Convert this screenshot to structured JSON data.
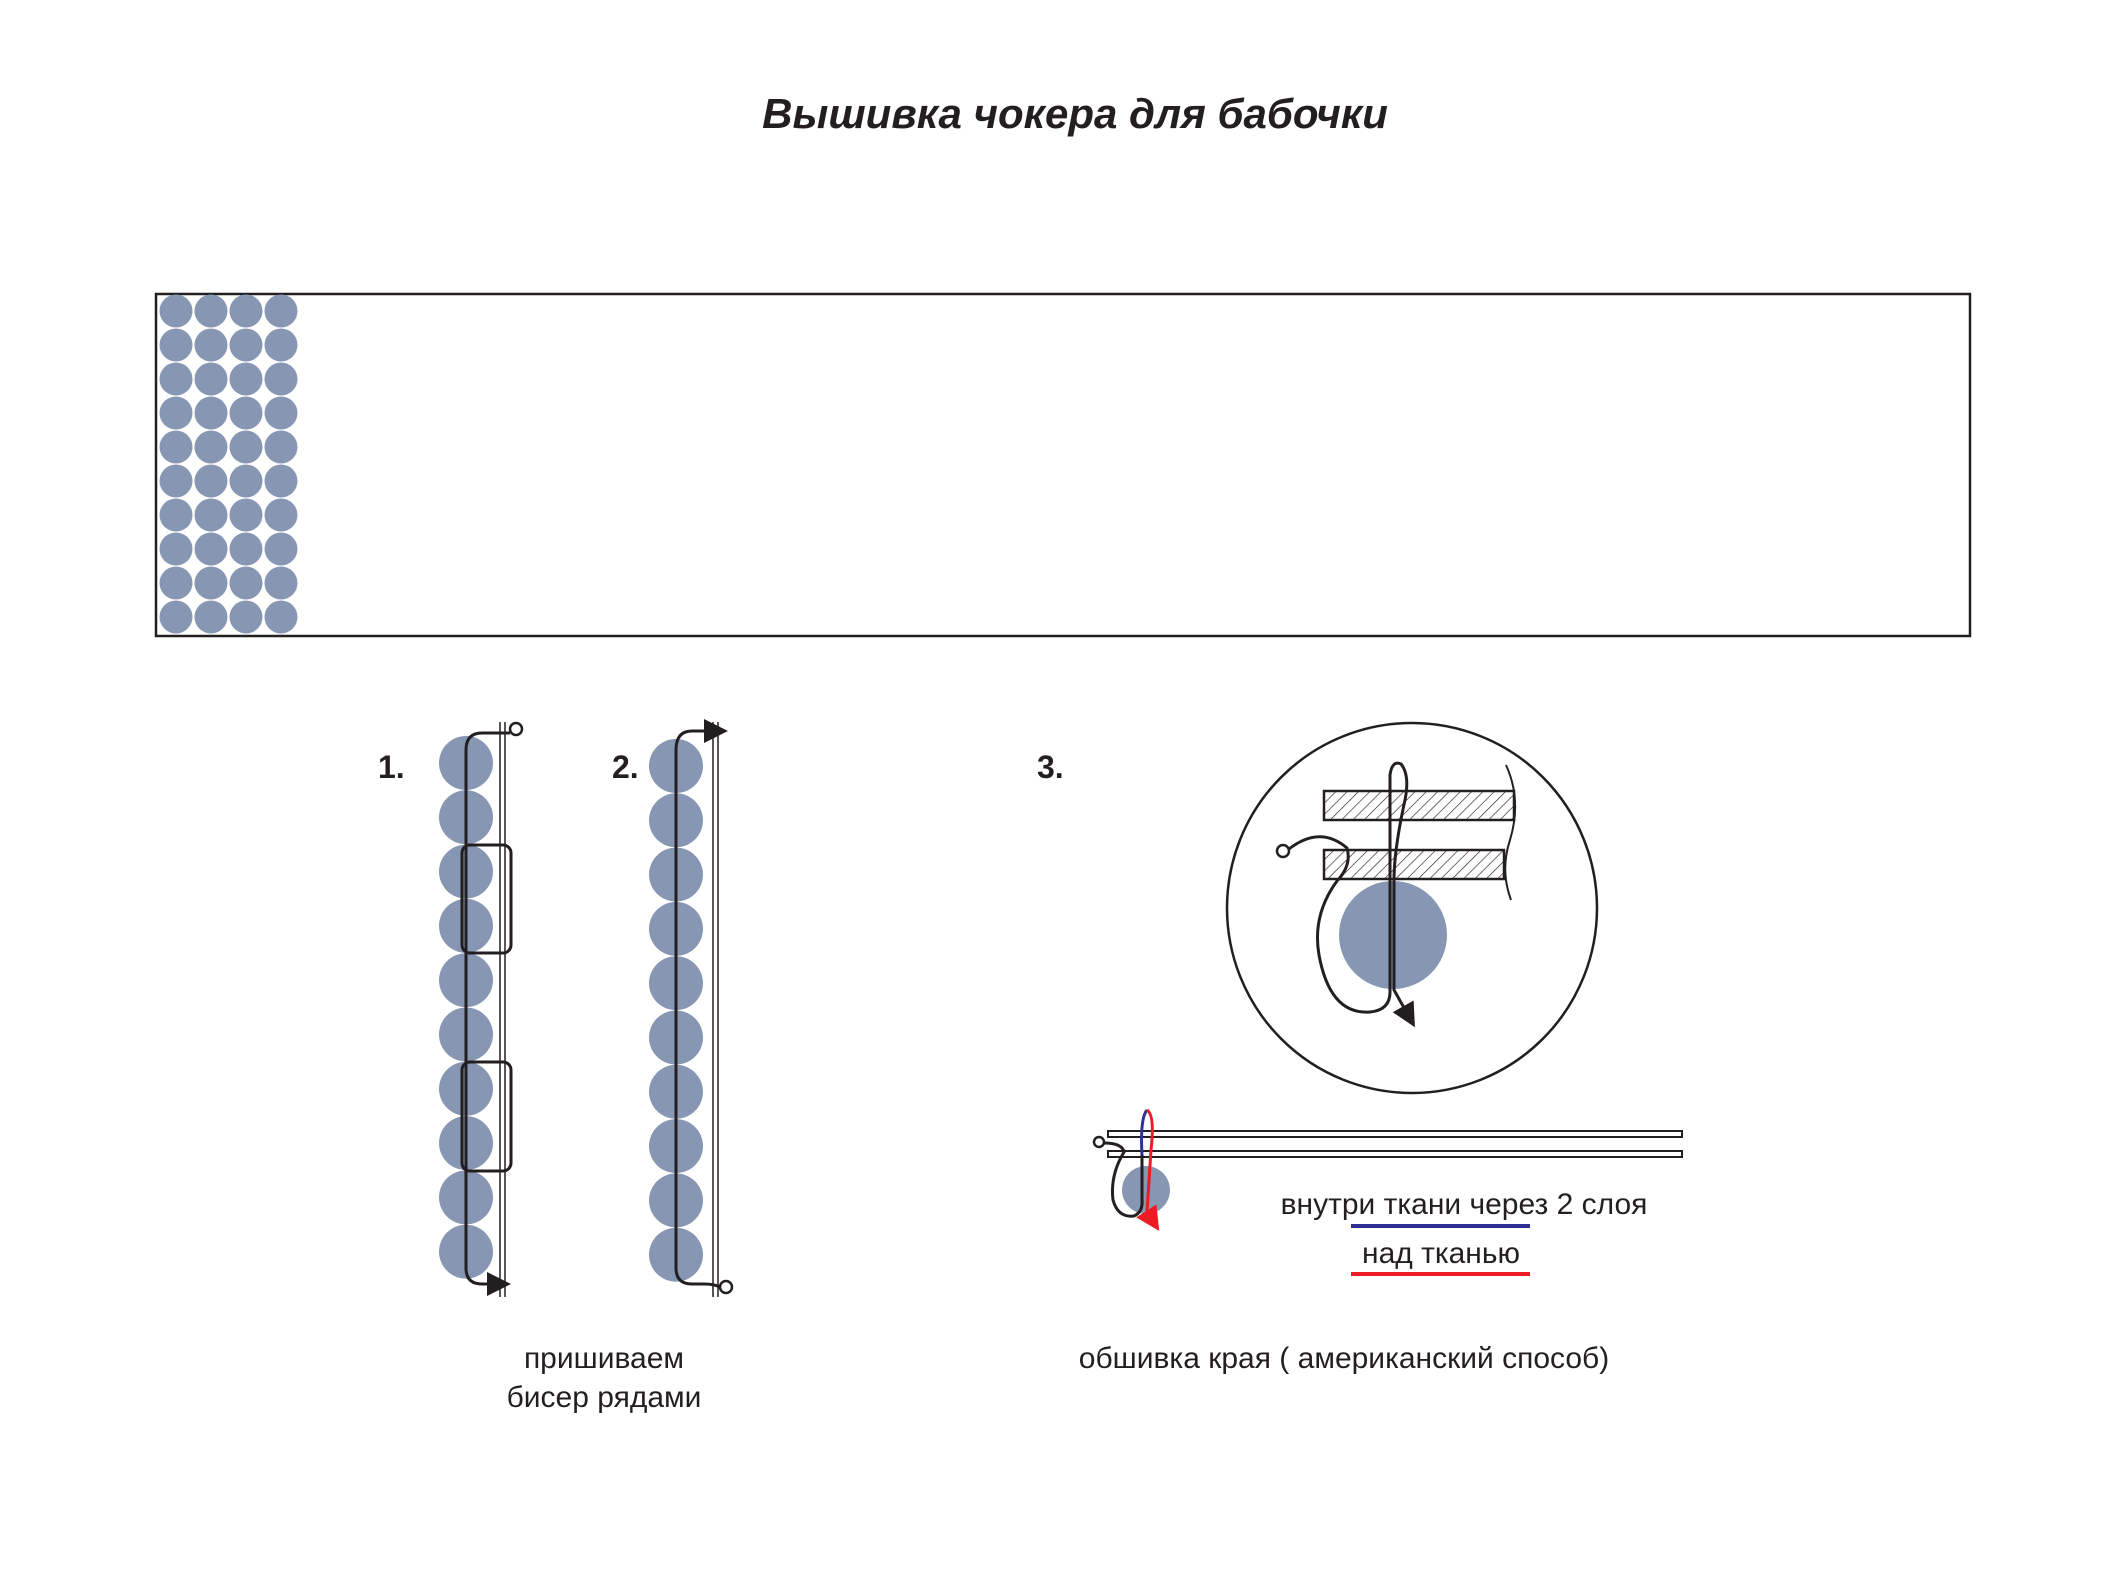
{
  "title": "Вышивка чокера для бабочки",
  "colors": {
    "bead": "#8796b2",
    "ink": "#231f20",
    "inner_thread": "#2e3192",
    "outer_thread": "#ed1c24"
  },
  "band": {
    "bead_columns": 4,
    "bead_rows": 10
  },
  "step1": {
    "number": "1.",
    "beads": 10
  },
  "step2": {
    "number": "2.",
    "beads": 10
  },
  "steps12_caption": {
    "line1": "пришиваем",
    "line2": "бисер рядами"
  },
  "step3": {
    "number": "3.",
    "legend_inner": "внутри ткани через 2 слоя",
    "legend_outer": "над тканью",
    "caption": "обшивка края ( американский способ)"
  }
}
